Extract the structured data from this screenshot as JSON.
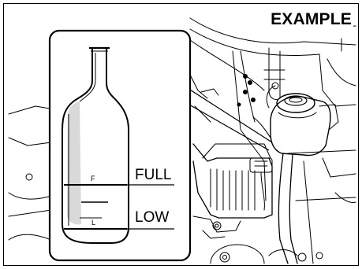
{
  "figure": {
    "corner_label": "EXAMPLE",
    "reservoir_marks": {
      "upper_mark": "F",
      "lower_mark": "L"
    },
    "callouts": {
      "full_label": "FULL",
      "low_label": "LOW"
    }
  },
  "colors": {
    "line": "#000000",
    "background": "#ffffff",
    "shade": "#d9d9d9"
  }
}
